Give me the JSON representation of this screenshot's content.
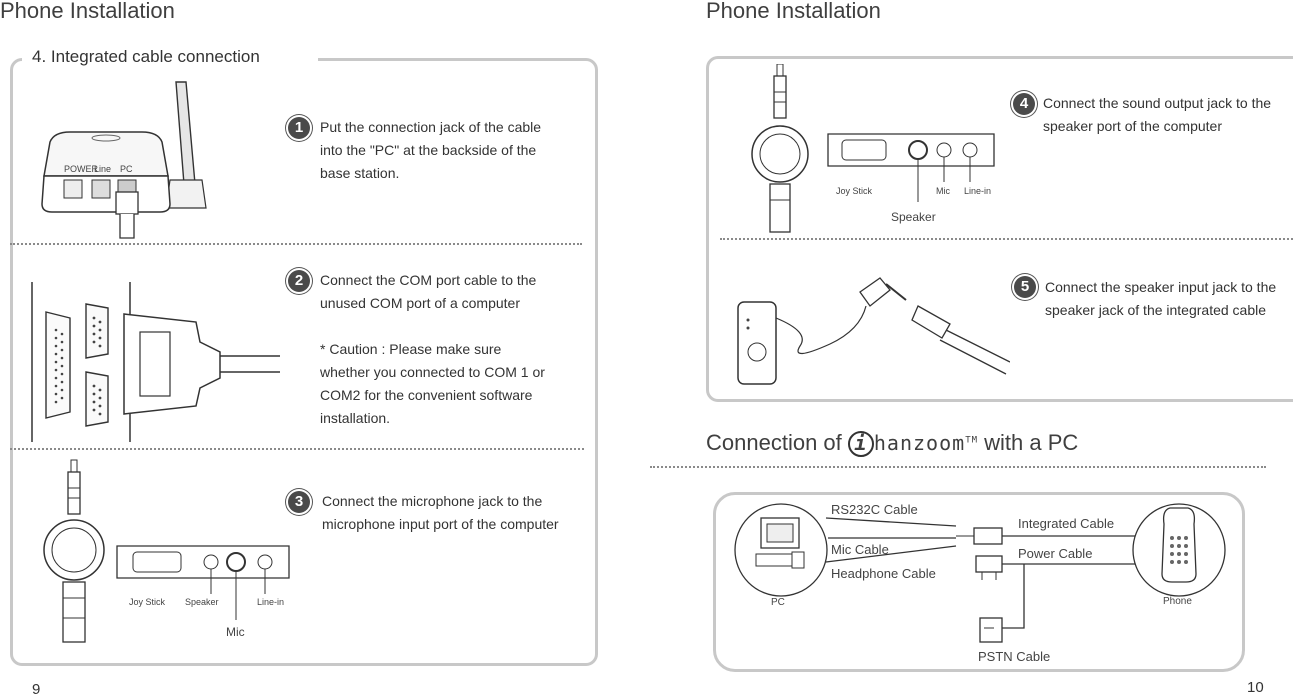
{
  "left_page": {
    "title": "Phone Installation",
    "page_number": "9",
    "section_title": "4. Integrated cable connection",
    "steps": [
      {
        "number": "1",
        "lines": [
          "Put the connection jack of the cable",
          "into the \"PC\" at the backside of the",
          "base station."
        ]
      },
      {
        "number": "2",
        "lines": [
          "Connect the COM port cable to the",
          "unused COM port of a computer",
          "",
          "* Caution : Please make sure",
          "whether you connected to COM 1 or",
          "COM2 for the convenient software",
          "installation."
        ]
      },
      {
        "number": "3",
        "lines": [
          "Connect the microphone jack to the",
          "microphone input port of the computer"
        ]
      }
    ],
    "base_station_labels": {
      "power": "POWER",
      "line": "Line",
      "pc": "PC"
    },
    "mic_figure_labels": {
      "joystick": "Joy Stick",
      "speaker": "Speaker",
      "linein": "Line-in",
      "mic": "Mic"
    }
  },
  "right_page": {
    "title": "Phone Installation",
    "page_number": "10",
    "steps": [
      {
        "number": "4",
        "lines": [
          "Connect the sound output jack to the",
          "speaker port of the computer"
        ]
      },
      {
        "number": "5",
        "lines": [
          "Connect the speaker input jack to the",
          "speaker jack of the integrated cable"
        ]
      }
    ],
    "speaker_figure_labels": {
      "joystick": "Joy Stick",
      "mic": "Mic",
      "linein": "Line-in",
      "speaker": "Speaker"
    },
    "connection": {
      "title_prefix": "Connection of",
      "brand_letter": "i",
      "brand_rest": "hanzoom",
      "trademark": "TM",
      "title_suffix": "with a PC",
      "pc_label": "PC",
      "phone_label": "Phone",
      "cables": {
        "rs232c": "RS232C Cable",
        "mic": "Mic Cable",
        "headphone": "Headphone Cable",
        "integrated": "Integrated Cable",
        "power": "Power Cable",
        "pstn": "PSTN Cable"
      }
    }
  }
}
